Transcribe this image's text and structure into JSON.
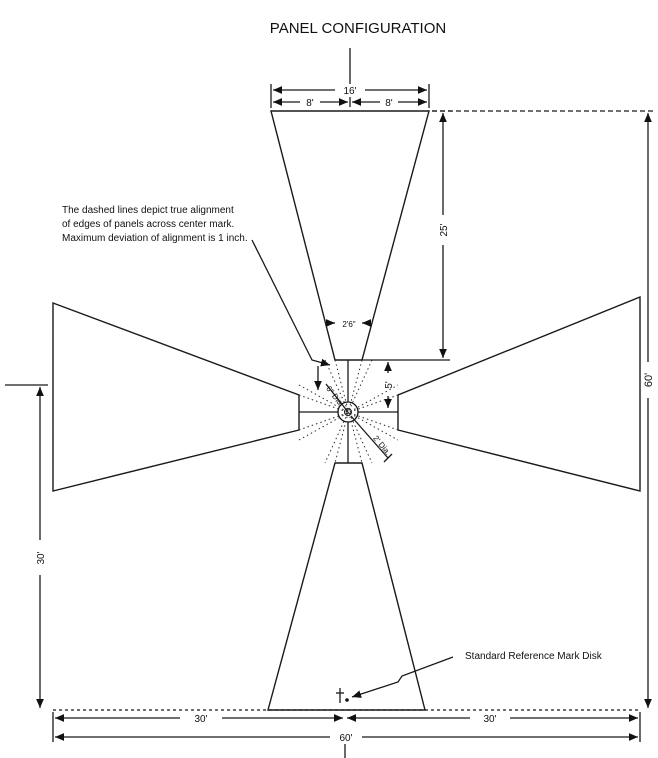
{
  "title": "PANEL CONFIGURATION",
  "dimensions": {
    "top_width": "16'",
    "top_half_left": "8'",
    "top_half_right": "8'",
    "panel_length": "25'",
    "narrow_width": "2'6\"",
    "center_gap": "5'",
    "left_half_height": "30'",
    "overall_height": "60'",
    "bottom_left": "30'",
    "bottom_right": "30'",
    "overall_width": "60'",
    "inner_dia": "6\" Dia.",
    "outer_dia": "2' Dia."
  },
  "annotation": {
    "line1": "The dashed lines depict true alignment",
    "line2": "of edges of panels across center mark.",
    "line3": "Maximum deviation of alignment is 1 inch."
  },
  "reference_label": "Standard Reference Mark Disk"
}
